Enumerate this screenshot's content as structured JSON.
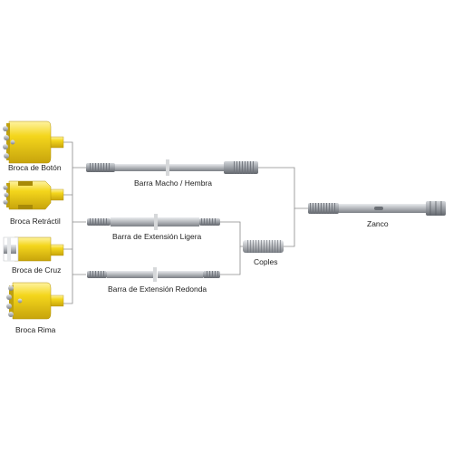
{
  "palette": {
    "bit_yellow": "#f2d31b",
    "bit_yellow_dark": "#c9a80c",
    "steel": "#b9bcc0",
    "steel_dark": "#7c8086",
    "line": "#8a8a8a"
  },
  "bits": [
    {
      "label": "Broca de Botón",
      "icon": "button-bit-icon"
    },
    {
      "label": "Broca Retráctil",
      "icon": "retrac-bit-icon"
    },
    {
      "label": "Broca de Cruz",
      "icon": "cross-bit-icon"
    },
    {
      "label": "Broca Rima",
      "icon": "reamer-bit-icon"
    }
  ],
  "rods": [
    {
      "label": "Barra Macho / Hembra",
      "icon": "male-female-rod-icon"
    },
    {
      "label": "Barra de Extensión Ligera",
      "icon": "speed-rod-icon"
    },
    {
      "label": "Barra de Extensión Redonda",
      "icon": "round-rod-icon"
    }
  ],
  "coupling": {
    "label": "Coples",
    "icon": "coupling-sleeve-icon"
  },
  "shank": {
    "label": "Zanco",
    "icon": "shank-adapter-icon"
  }
}
